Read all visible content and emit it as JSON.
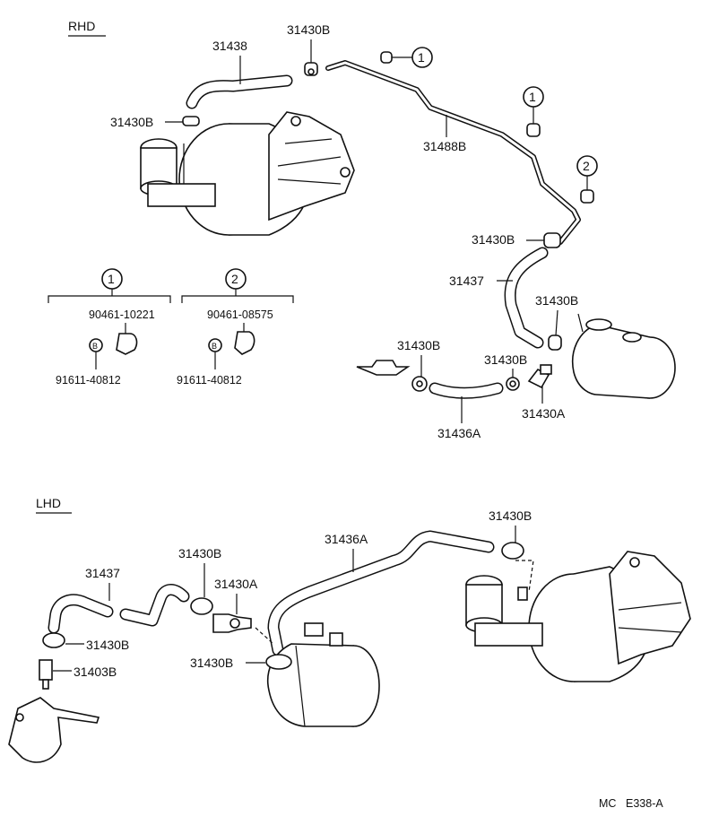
{
  "sections": {
    "rhd": "RHD",
    "lhd": "LHD"
  },
  "rhd_labels": {
    "hose_31438": "31438",
    "clamp_top": "31430B",
    "clamp_left": "31430B",
    "pipe_31488b": "31488B",
    "clamp_mid_right": "31430B",
    "hose_31437": "31437",
    "clamp_canister": "31430B",
    "clamp_lower_left": "31430B",
    "clamp_lower_mid": "31430B",
    "valve_31430a": "31430A",
    "hose_31436a": "31436A"
  },
  "callouts": {
    "c1_top": "1",
    "c1_right": "1",
    "c2_right": "2"
  },
  "legend": {
    "group1": {
      "marker": "1",
      "clamp_part": "90461-10221",
      "bolt_marker": "B",
      "bolt_part": "91611-40812"
    },
    "group2": {
      "marker": "2",
      "clamp_part": "90461-08575",
      "bolt_marker": "B",
      "bolt_part": "91611-40812"
    }
  },
  "lhd_labels": {
    "hose_31437": "31437",
    "clamp_31430b_a": "31430B",
    "union_31403b": "31403B",
    "clamp_31430b_b": "31430B",
    "valve_31430a": "31430A",
    "hose_31436a": "31436A",
    "clamp_31430b_c": "31430B",
    "clamp_31430b_d": "31430B"
  },
  "footer": {
    "code_prefix": "MC",
    "code": "E338-A"
  }
}
